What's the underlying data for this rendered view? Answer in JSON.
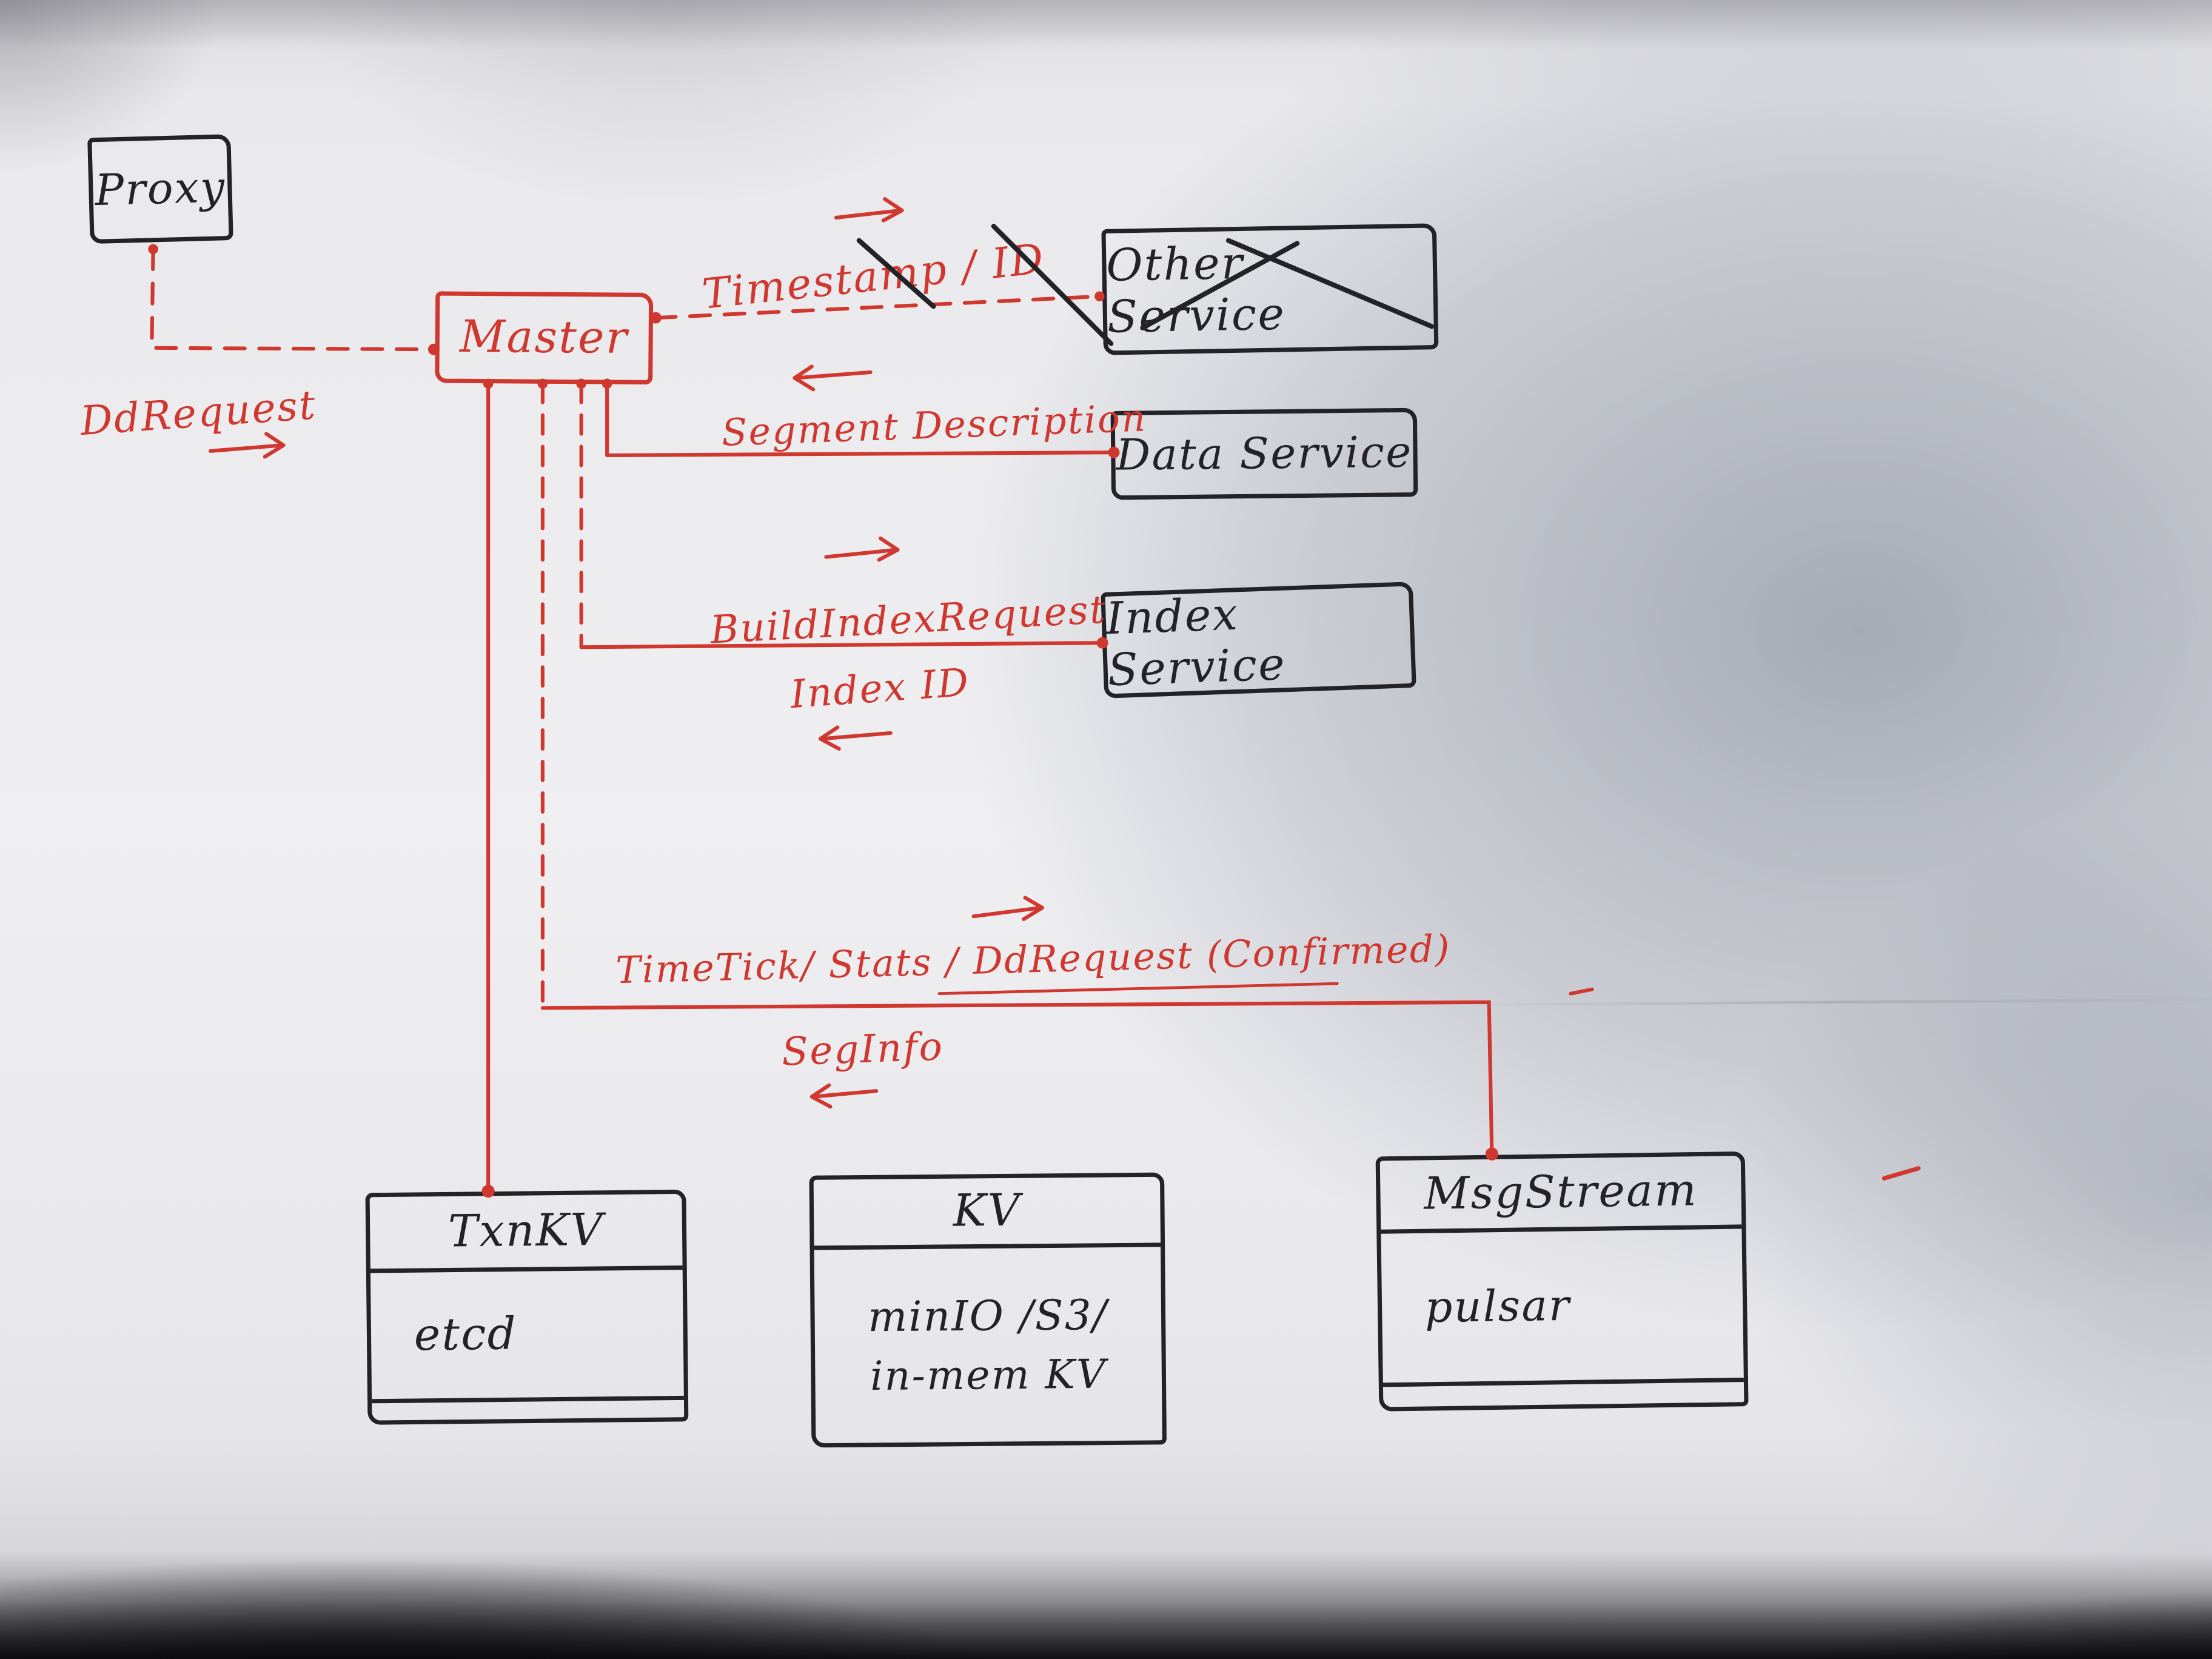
{
  "nodes": {
    "proxy": {
      "label": "Proxy"
    },
    "master": {
      "label": "Master"
    },
    "other_service": {
      "label": "Other Service"
    },
    "data_service": {
      "label": "Data Service"
    },
    "index_service": {
      "label": "Index Service"
    },
    "txn_kv": {
      "title": "TxnKV",
      "impl": "etcd"
    },
    "kv": {
      "title": "KV",
      "impl_line1": "minIO /S3/",
      "impl_line2": "in-mem KV"
    },
    "msg_stream": {
      "title": "MsgStream",
      "impl": "pulsar"
    }
  },
  "edge_labels": {
    "dd_request": "DdRequest",
    "timestamp_id": "Timestamp / ID",
    "segment_description": "Segment Description",
    "build_index_request": "BuildIndexRequest",
    "index_id": "Index ID",
    "timetick_stats_ddrequest": "TimeTick/ Stats / DdRequest (Confirmed)",
    "seg_info": "SegInfo"
  },
  "colors": {
    "ink_red": "#d0372f",
    "ink_black": "#232327",
    "paper": "#ebebee"
  }
}
